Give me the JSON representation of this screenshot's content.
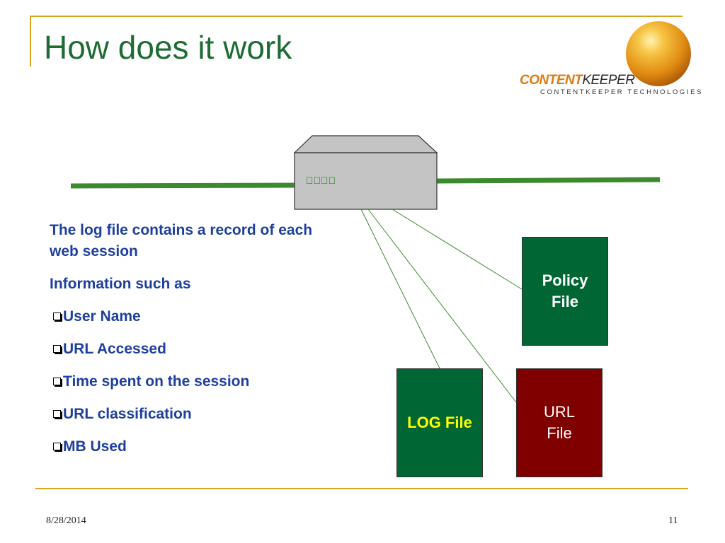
{
  "slide": {
    "title": "How does it work",
    "footer_date": "8/28/2014",
    "page_number": "11"
  },
  "logo": {
    "brand_part1": "CONTENT",
    "brand_part2": "KEEPER",
    "tagline": "CONTENTKEEPER TECHNOLOGIES",
    "icon": "golden-globe-icon"
  },
  "diagram": {
    "device_label": "",
    "policy_file": [
      "Policy",
      "File"
    ],
    "log_file": "LOG File",
    "url_file": [
      "URL",
      "File"
    ]
  },
  "text": {
    "intro_line": "The log file contains a record of each web session",
    "subhead": "Information such as",
    "bullets": [
      "User Name",
      "URL Accessed",
      "Time spent on the session",
      "URL classification",
      "MB Used"
    ],
    "bullet_icon": "checkbox-icon"
  },
  "colors": {
    "title": "#1e6b34",
    "accent_line": "#d9a521",
    "text": "#1f3f9e",
    "green_box": "#006633",
    "red_box": "#800000",
    "network_line": "#3c8a2e"
  }
}
